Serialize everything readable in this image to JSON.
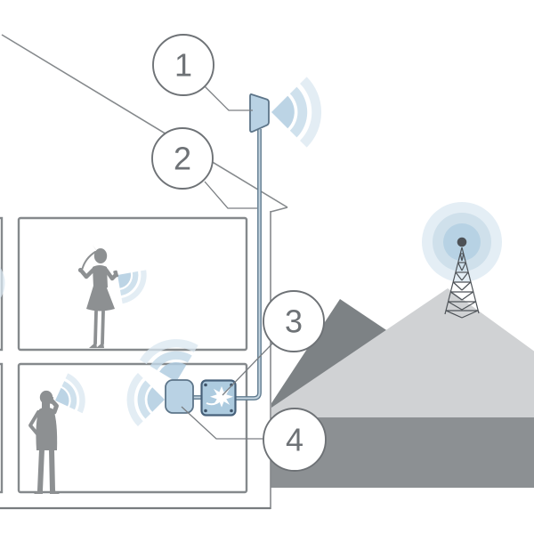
{
  "diagram": {
    "description": "house with cellular signal booster system and cell tower on mountain",
    "callouts": [
      {
        "label": "1"
      },
      {
        "label": "2"
      },
      {
        "label": "3"
      },
      {
        "label": "4"
      }
    ]
  },
  "colors": {
    "line": "#85898c",
    "ground_line": "#787c7f",
    "leader": "#7a7e82",
    "silhouette": "#8d9092",
    "mountain_dark": "#7d8285",
    "mountain_light": "#d0d2d4",
    "mountain_band": "#8c9093",
    "device_fill": "#b9d2e4",
    "device_fill_dark": "#adcbdf",
    "device_stroke": "#5d7589",
    "booster_stroke": "#47617a",
    "cable_dark": "#5f7a8e",
    "cable_light": "#c6d6e1",
    "wave_inner": "#b0cde1",
    "wave_mid": "#c3d9e8",
    "wave_outer": "#d9e7f0",
    "tower": "#4d5257",
    "ring_inner": "#b7d2e4",
    "ring_mid": "#cfe0eb",
    "ring_outer": "#e4eef5",
    "callout_stroke": "#6e7276",
    "callout_text": "#6e7276"
  }
}
